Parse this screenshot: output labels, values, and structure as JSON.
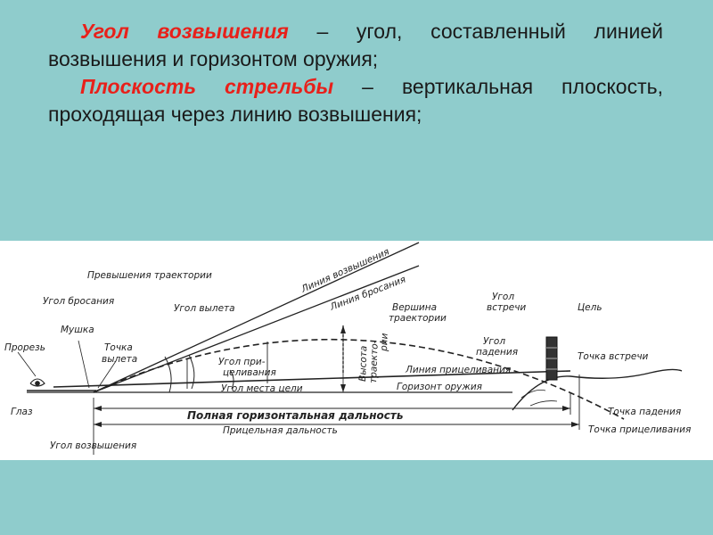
{
  "definitions": [
    {
      "term": "Угол возвышения",
      "text": " – угол, составленный линией возвышения и горизонтом оружия;"
    },
    {
      "term": "Плоскость стрельбы",
      "text": " – вертикальная плоскость, проходящая через линию возвышения;"
    }
  ],
  "diagram": {
    "labels": {
      "line_elevation": "Линия возвышения",
      "line_throw": "Линия бросания",
      "traj_excess": "Превышения траектории",
      "angle_throw": "Угол бросания",
      "angle_departure": "Угол вылета",
      "angle_meeting_1": "Угол",
      "angle_meeting_2": "встречи",
      "apex_1": "Вершина",
      "apex_2": "траектории",
      "height_1": "Высота",
      "height_2": "траекто-",
      "height_3": "рии",
      "target": "Цель",
      "meeting_point": "Точка встречи",
      "angle_fall_1": "Угол",
      "angle_fall_2": "падения",
      "aim_line": "Линия прицеливания",
      "horizon": "Горизонт оружия",
      "angle_target": "Угол места цели",
      "angle_aim_1": "Угол при-",
      "angle_aim_2": "целивания",
      "front_sight": "Мушка",
      "departure_1": "Точка",
      "departure_2": "вылета",
      "rear_notch": "Прорезь",
      "eye": "Глаз",
      "full_range": "Полная горизонтальная дальность",
      "aim_range": "Прицельная дальность",
      "angle_elevation": "Угол возвышения",
      "fall_point": "Точка падения",
      "aim_point": "Точка прицеливания"
    }
  }
}
